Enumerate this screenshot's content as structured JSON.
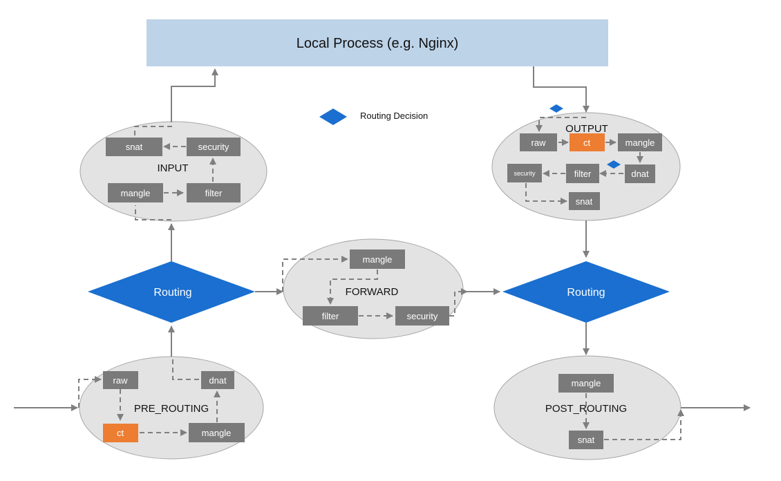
{
  "diagram": {
    "title": "Local Process (e.g. Nginx)",
    "legend_label": "Routing Decision",
    "routing_label": "Routing",
    "chains": {
      "input": {
        "label": "INPUT",
        "tables": {
          "snat": "snat",
          "security": "security",
          "mangle": "mangle",
          "filter": "filter"
        }
      },
      "output": {
        "label": "OUTPUT",
        "tables": {
          "raw": "raw",
          "ct": "ct",
          "mangle": "mangle",
          "filter": "filter",
          "dnat": "dnat",
          "security": "security",
          "snat": "snat"
        }
      },
      "forward": {
        "label": "FORWARD",
        "tables": {
          "mangle": "mangle",
          "filter": "filter",
          "security": "security"
        }
      },
      "pre_routing": {
        "label": "PRE_ROUTING",
        "tables": {
          "raw": "raw",
          "dnat": "dnat",
          "ct": "ct",
          "mangle": "mangle"
        }
      },
      "post_routing": {
        "label": "POST_ROUTING",
        "tables": {
          "mangle": "mangle",
          "snat": "snat"
        }
      }
    },
    "colors": {
      "process_fill": "#bdd3e8",
      "ellipse_fill": "#e3e3e3",
      "table_fill": "#7a7a7a",
      "ct_fill": "#ed7d31",
      "routing_fill": "#1a6fd0",
      "arrow": "#7f7f7f"
    }
  }
}
